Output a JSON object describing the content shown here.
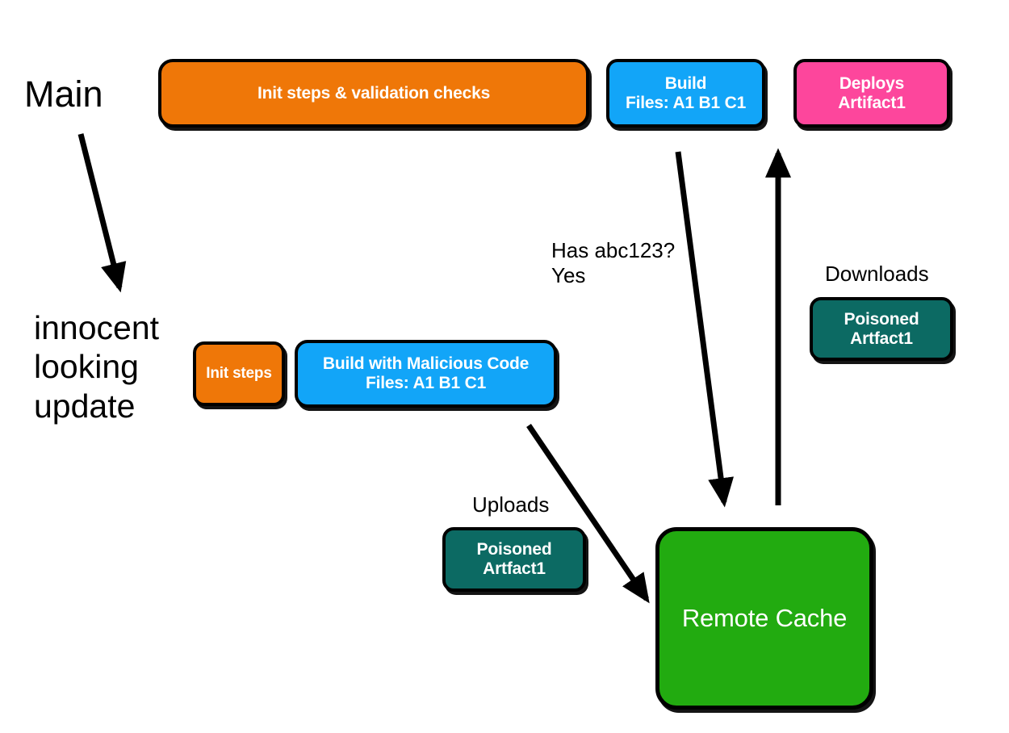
{
  "diagram": {
    "title": "CI/CD remote cache poisoning flow",
    "background": "#ffffff",
    "palette": {
      "orange": "#ef7708",
      "blue": "#12a5f8",
      "pink": "#fd469c",
      "teal": "#0c6a63",
      "green": "#22ab10",
      "outline": "#000000",
      "text_on_fill": "#ffffff",
      "text_plain": "#000000"
    }
  },
  "lanes": {
    "main": {
      "label": "Main",
      "nodes": {
        "init_validation": "Init steps & validation checks",
        "build": "Build\nFiles: A1  B1  C1",
        "deploys": "Deploys\nArtifact1"
      }
    },
    "malicious": {
      "label": "innocent\nlooking\nupdate",
      "nodes": {
        "init_steps": "Init steps",
        "build_malicious": "Build with Malicious Code\nFiles: A1  B1  C1"
      }
    }
  },
  "artifacts": {
    "uploaded": "Poisoned\nArtfact1",
    "downloaded": "Poisoned\nArtfact1"
  },
  "cache": {
    "label": "Remote Cache"
  },
  "edge_labels": {
    "uploads": "Uploads",
    "downloads": "Downloads",
    "cache_lookup": "Has abc123?\nYes",
    "branch_spawn": ""
  }
}
